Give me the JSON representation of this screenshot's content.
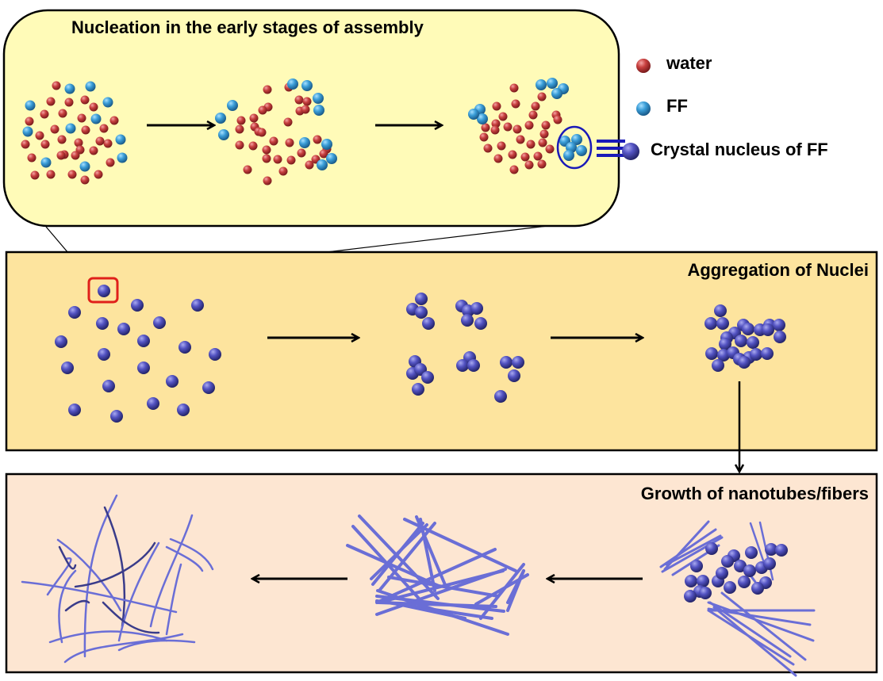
{
  "panels": {
    "nucleation": {
      "title": "Nucleation in the early stages of assembly",
      "background": "#fffbb8"
    },
    "aggregation": {
      "title": "Aggregation of Nuclei",
      "background": "#fde49e"
    },
    "growth": {
      "title": "Growth of nanotubes/fibers",
      "background": "#fde6d2"
    }
  },
  "legend": [
    {
      "key": "water",
      "label": "water",
      "color": "#c0393b"
    },
    {
      "key": "ff",
      "label": "FF",
      "color": "#3a9ad4"
    },
    {
      "key": "nucleus",
      "label": "Crystal nucleus of FF",
      "color": "#4e4eb8"
    }
  ],
  "colors": {
    "water": "#c0393b",
    "ff": "#3a9ad4",
    "nucleus": "#4e4eb8",
    "fiber": "#6a6ed6",
    "fiber_dark": "#3a3c8a",
    "highlight_box": "#e0201a",
    "highlight_circle": "#1a1ab8"
  },
  "stages": [
    {
      "panel": "nucleation",
      "step": 1,
      "description": "dispersed water and FF molecules"
    },
    {
      "panel": "nucleation",
      "step": 2,
      "description": "FF molecules begin clustering"
    },
    {
      "panel": "nucleation",
      "step": 3,
      "description": "crystal nucleus of FF forms"
    },
    {
      "panel": "aggregation",
      "step": 1,
      "description": "scattered nuclei"
    },
    {
      "panel": "aggregation",
      "step": 2,
      "description": "small nucleus clusters"
    },
    {
      "panel": "aggregation",
      "step": 3,
      "description": "large aggregate"
    },
    {
      "panel": "growth",
      "step": 1,
      "description": "aggregate with growing fibers"
    },
    {
      "panel": "growth",
      "step": 2,
      "description": "straight nanotube bundles"
    },
    {
      "panel": "growth",
      "step": 3,
      "description": "entangled curved fibers"
    }
  ]
}
